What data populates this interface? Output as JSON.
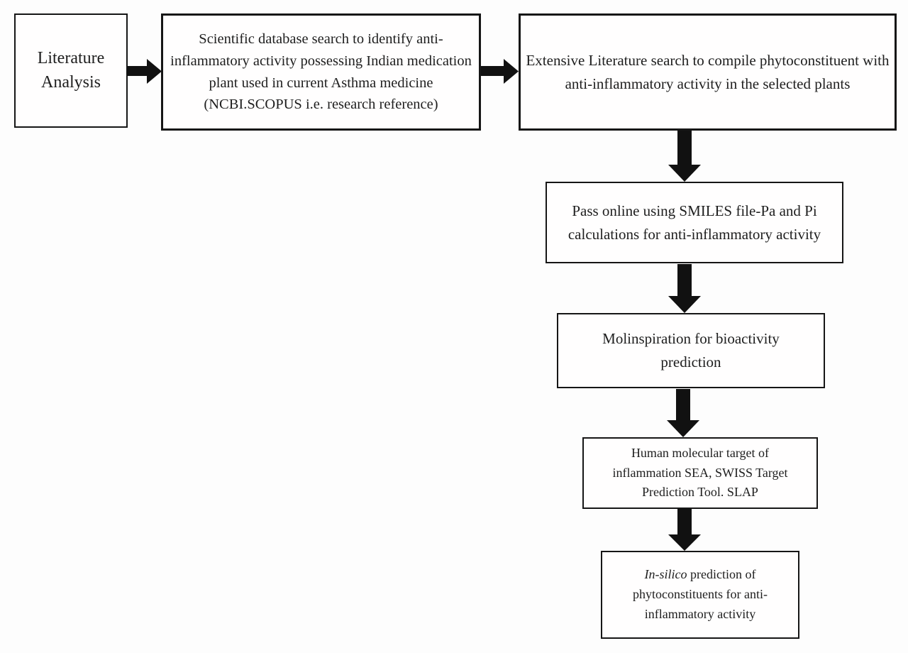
{
  "diagram": {
    "type": "flowchart",
    "colors": {
      "background": "#fdfdfd",
      "box_fill": "#fffefe",
      "box_border": "#161616",
      "arrow": "#111111",
      "text": "#1e1e1e"
    },
    "nodes": [
      {
        "id": "literature-analysis",
        "text": "Literature Analysis"
      },
      {
        "id": "database-search",
        "text": "Scientific database search to identify anti-inflammatory activity possessing Indian medication plant used in current Asthma medicine (NCBI.SCOPUS  i.e. research reference)"
      },
      {
        "id": "extensive-literature-search",
        "text": "Extensive Literature search to compile phytoconstituent with anti-inflammatory activity in the selected plants"
      },
      {
        "id": "pass-online",
        "text": "Pass online using SMILES  file-Pa and Pi calculations for anti-inflammatory activity"
      },
      {
        "id": "molinspiration",
        "text": "Molinspiration for bioactivity prediction"
      },
      {
        "id": "human-molecular-target",
        "text": "Human molecular target of inflammation SEA, SWISS Target Prediction Tool. SLAP"
      },
      {
        "id": "insilico-prediction",
        "text_italic": "In-silico",
        "text_rest": " prediction of phytoconstituents for anti-inflammatory activity"
      }
    ],
    "edges": [
      {
        "from": "literature-analysis",
        "to": "database-search",
        "direction": "right"
      },
      {
        "from": "database-search",
        "to": "extensive-literature-search",
        "direction": "right"
      },
      {
        "from": "extensive-literature-search",
        "to": "pass-online",
        "direction": "down"
      },
      {
        "from": "pass-online",
        "to": "molinspiration",
        "direction": "down"
      },
      {
        "from": "molinspiration",
        "to": "human-molecular-target",
        "direction": "down"
      },
      {
        "from": "human-molecular-target",
        "to": "insilico-prediction",
        "direction": "down"
      }
    ]
  }
}
